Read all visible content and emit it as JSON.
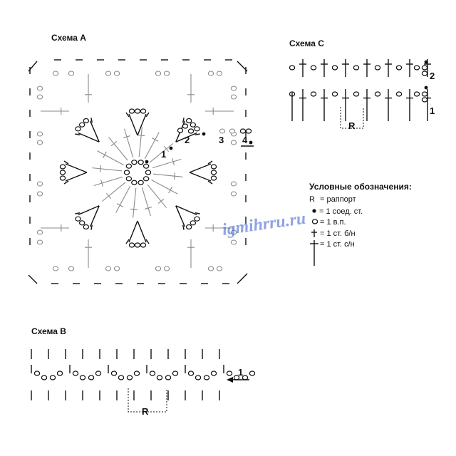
{
  "diagram_labels": {
    "scheme_a": "Схема A",
    "scheme_b": "Схема B",
    "scheme_c": "Схема C",
    "row_1": "1",
    "row_2": "2",
    "row_3": "3",
    "row_4": "4",
    "repeat": "R",
    "arrow_row": "1",
    "c_row_2": "2",
    "c_row_1": "1"
  },
  "legend": {
    "title": "Условные обозначения:",
    "items": [
      {
        "symbol": "R",
        "text": "= раппорт"
      },
      {
        "symbol": "dot",
        "text": "= 1 соед. ст."
      },
      {
        "symbol": "circle",
        "text": "= 1 в.п."
      },
      {
        "symbol": "short-stitch",
        "text": "= 1 ст. б/н"
      },
      {
        "symbol": "tall-stitch",
        "text": "= 1 ст. с/н"
      }
    ]
  },
  "watermark": "igmihrru.ru"
}
